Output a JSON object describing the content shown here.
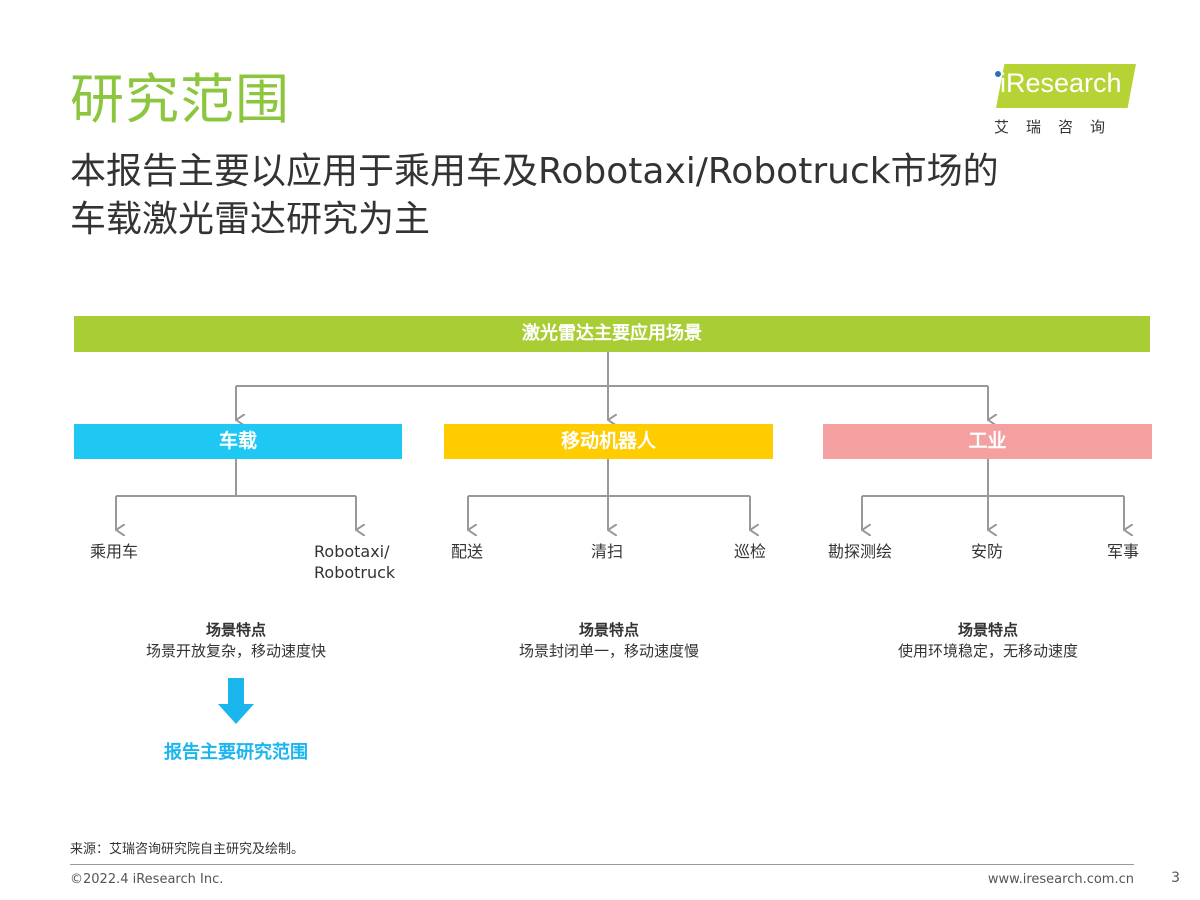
{
  "header": {
    "section_title": "研究范围",
    "subtitle_line1": "本报告主要以应用于乘用车及Robotaxi/Robotruck市场的",
    "subtitle_line2": "车载激光雷达研究为主"
  },
  "logo": {
    "text": "iResearch",
    "cn": "艾瑞咨询",
    "color": "#b5d334"
  },
  "diagram": {
    "root_label": "激光雷达主要应用场景",
    "categories": [
      {
        "label": "车载",
        "color": "#1ec8f2",
        "leaves": [
          "乘用车",
          "Robotaxi/",
          "Robotruck"
        ],
        "feature_title": "场景特点",
        "feature_desc": "场景开放复杂，移动速度快"
      },
      {
        "label": "移动机器人",
        "color": "#ffcc00",
        "leaves": [
          "配送",
          "清扫",
          "巡检"
        ],
        "feature_title": "场景特点",
        "feature_desc": "场景封闭单一，移动速度慢"
      },
      {
        "label": "工业",
        "color": "#f4a0a0",
        "leaves": [
          "勘探测绘",
          "安防",
          "军事"
        ],
        "feature_title": "场景特点",
        "feature_desc": "使用环境稳定，无移动速度"
      }
    ],
    "scope_label": "报告主要研究范围",
    "root_color": "#a9cd35",
    "arrow_color": "#1cb6ef",
    "line_color": "#999999"
  },
  "footer": {
    "source": "来源：艾瑞咨询研究院自主研究及绘制。",
    "copyright": "©2022.4 iResearch Inc.",
    "website": "www.iresearch.com.cn",
    "page_number": "3"
  }
}
